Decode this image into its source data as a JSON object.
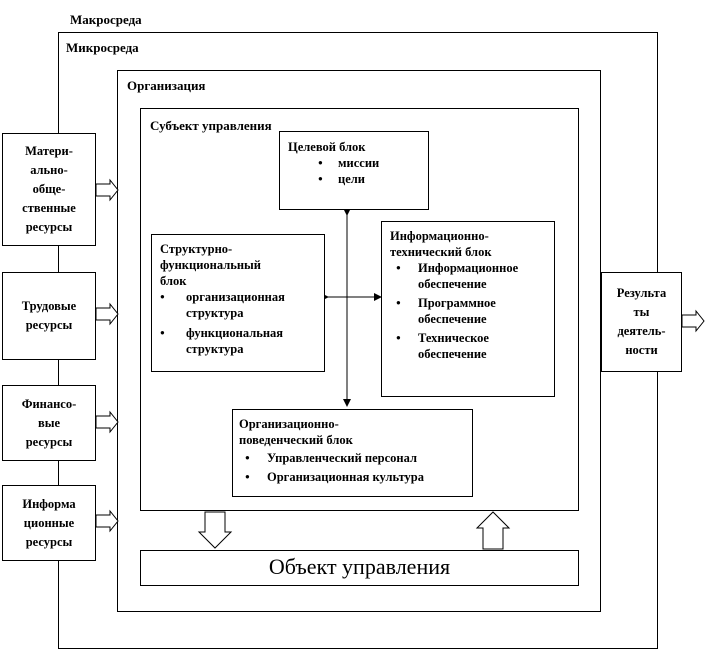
{
  "macro_label": "Макросреда",
  "micro_label": "Микросреда",
  "org_label": "Организация",
  "subject_label": "Субъект управления",
  "object_label": "Объект управления",
  "target_block": {
    "title": "Целевой блок",
    "items": [
      "миссии",
      "цели"
    ]
  },
  "structural_block": {
    "title_lines": [
      "Структурно-",
      "функциональный",
      "блок"
    ],
    "items": [
      [
        "организационная",
        "структура"
      ],
      [
        "функциональная",
        "структура"
      ]
    ]
  },
  "info_block": {
    "title_lines": [
      "Информационно-",
      "технический блок"
    ],
    "items": [
      [
        "Информационное",
        "обеспечение"
      ],
      [
        "Программное",
        "обеспечение"
      ],
      [
        "Техническое",
        "обеспечение"
      ]
    ]
  },
  "behavior_block": {
    "title_lines": [
      "Организационно-",
      "поведенческий блок"
    ],
    "items": [
      "Управленческий персонал",
      "Организационная культура"
    ]
  },
  "resources": [
    "Матери-\nально-\nобще-\nственные\nресурсы",
    "Трудовые\nресурсы",
    "Финансо-\nвые\nресурсы",
    "Информа\nционные\nресурсы"
  ],
  "results": "Результа\nты\nдеятель-\nности"
}
